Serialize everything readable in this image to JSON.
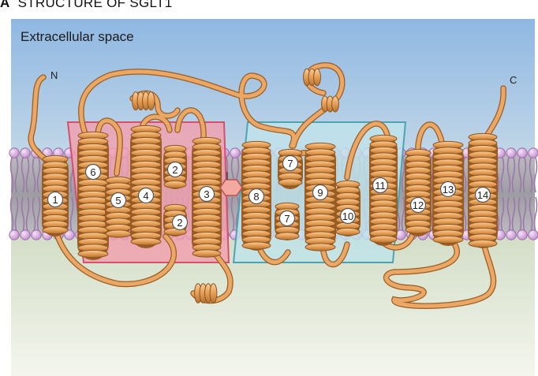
{
  "figure": {
    "panel_letter": "A",
    "title": "STRUCTURE OF SGLT1",
    "region_label": "Extracellular space"
  },
  "termini": {
    "n": "N",
    "c": "C"
  },
  "helix_labels": [
    "1",
    "6",
    "5",
    "4",
    "2",
    "2",
    "3",
    "8",
    "7",
    "7",
    "9",
    "10",
    "11",
    "12",
    "13",
    "14"
  ],
  "colors": {
    "sky_top": "#8fb8e2",
    "sky_bottom": "#c9dbe8",
    "cyto_top": "#c4d3b6",
    "cyto_bottom": "#f0f3e8",
    "membrane": "#a8a8ac",
    "lipid_head": "#d9aee3",
    "lipid_tail": "#9c78a8",
    "pink_box": "#f2a0ae",
    "pink_edge": "#d4516b",
    "blue_box": "#bfe3ea",
    "blue_edge": "#4ea3b0",
    "helix": "#e8a45e",
    "helix_dark": "#a86a2c",
    "hexagon": "#f4a9a0"
  }
}
